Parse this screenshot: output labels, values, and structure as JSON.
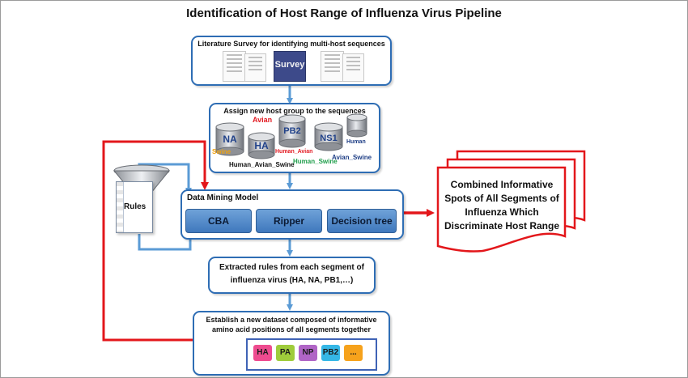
{
  "title": "Identification of Host Range of Influenza Virus Pipeline",
  "survey": {
    "heading": "Literature Survey for identifying multi-host sequences",
    "image_word": "Survey"
  },
  "assign": {
    "heading": "Assign new host group to the sequences",
    "cylinders": [
      "NA",
      "HA",
      "PB2",
      "NS1",
      ""
    ],
    "host_labels": {
      "avian": "Avian",
      "swine": "Swine",
      "human_avian": "Human_Avian",
      "human": "Human",
      "human_avian_swine": "Human_Avian_Swine",
      "human_swine": "Human_Swine",
      "avian_swine": "Avian_Swine"
    }
  },
  "rules_label": "Rules",
  "mining": {
    "heading": "Data Mining Model",
    "methods": [
      "CBA",
      "Ripper",
      "Decision tree"
    ]
  },
  "output_doc": "Combined Informative Spots of All Segments of Influenza Which Discriminate Host Range",
  "extracted": "Extracted rules from each segment of influenza virus (HA, NA, PB1,…)",
  "dataset": {
    "heading": "Establish a new dataset composed of informative amino acid positions of all segments together",
    "segments": [
      "HA",
      "PA",
      "NP",
      "PB2",
      "..."
    ]
  },
  "colors": {
    "box_border": "#2e6db4",
    "flow_arrow": "#5b9bd5",
    "feedback_arrow": "#e3171b",
    "avian": "#e31b23",
    "swine": "#f2a20c",
    "human_swine": "#1f9e4b",
    "puzzle": [
      "#ee4b8f",
      "#9fcc3b",
      "#b065c6",
      "#35b7e6",
      "#f6a21c"
    ]
  }
}
